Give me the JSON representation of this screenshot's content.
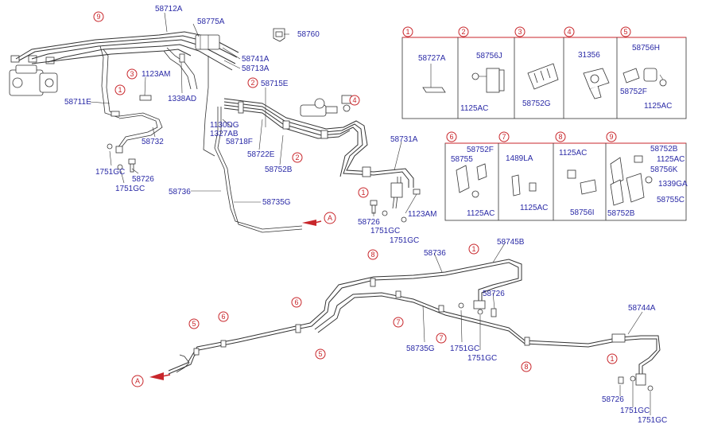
{
  "colors": {
    "part_number": "#2a2aa6",
    "callout": "#c8262b",
    "line": "#333333"
  },
  "part_numbers": {
    "p58712A": "58712A",
    "p58775A": "58775A",
    "p58760": "58760",
    "p58741A": "58741A",
    "p58713A": "58713A",
    "p1123AM_top": "1123AM",
    "p1338AD": "1338AD",
    "p58711E": "58711E",
    "p58715E": "58715E",
    "p1130DG": "1130DG",
    "p1327AB": "1327AB",
    "p58718F": "58718F",
    "p58732": "58732",
    "p58722E": "58722E",
    "p58752B_main": "58752B",
    "p1751GC_a": "1751GC",
    "p58726_a": "58726",
    "p1751GC_b": "1751GC",
    "p58736_top": "58736",
    "p58735G_top": "58735G",
    "p58731A": "58731A",
    "p58726_b": "58726",
    "p1751GC_c": "1751GC",
    "p1123AM_mid": "1123AM",
    "p1751GC_d": "1751GC",
    "p58736_bot": "58736",
    "p58745B": "58745B",
    "p58726_c": "58726",
    "p58735G_bot": "58735G",
    "p1751GC_e": "1751GC",
    "p1751GC_f": "1751GC",
    "p58744A": "58744A",
    "p58726_d": "58726",
    "p1751GC_g": "1751GC",
    "p1751GC_h": "1751GC"
  },
  "callouts": {
    "c9_top": "9",
    "c3_top": "3",
    "c1_left": "1",
    "c2_mid": "2",
    "c2_lower": "2",
    "c4": "4",
    "c1_right": "1",
    "c8_a": "8",
    "c1_b": "1",
    "c7_a": "7",
    "c7_b": "7",
    "c6_a": "6",
    "c6_b": "6",
    "c5_a": "5",
    "c5_b": "5",
    "c8_b": "8",
    "c1_c": "1",
    "arrow_a_top": "A",
    "arrow_a_bottom": "A"
  },
  "detail_panels": {
    "top": [
      {
        "num": "1",
        "parts": [
          "58727A"
        ]
      },
      {
        "num": "2",
        "parts": [
          "58756J",
          "1125AC"
        ]
      },
      {
        "num": "3",
        "parts": [
          "58752G"
        ]
      },
      {
        "num": "4",
        "parts": [
          "31356"
        ]
      },
      {
        "num": "5",
        "parts": [
          "58756H",
          "58752F",
          "1125AC"
        ]
      }
    ],
    "bottom": [
      {
        "num": "6",
        "parts": [
          "58752F",
          "58755",
          "1125AC"
        ]
      },
      {
        "num": "7",
        "parts": [
          "1489LA",
          "1125AC"
        ]
      },
      {
        "num": "8",
        "parts": [
          "1125AC",
          "58756I"
        ]
      },
      {
        "num": "9",
        "parts": [
          "58752B",
          "1125AC",
          "58756K",
          "1339GA",
          "58755C",
          "58752B"
        ]
      }
    ]
  }
}
